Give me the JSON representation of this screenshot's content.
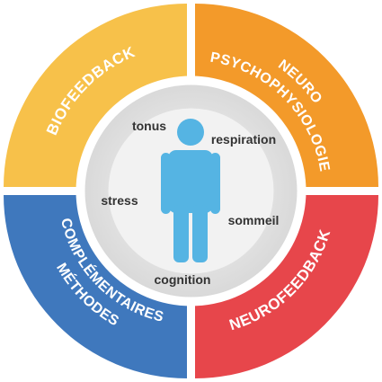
{
  "colors": {
    "biofeedback": "#f7c14a",
    "neuropsychophysiologie": "#f39a2a",
    "methodes": "#3f78bd",
    "neurofeedback": "#e7464b",
    "inner_ring": "#dcdcdc",
    "inner_fill": "#ececec",
    "person": "#55b4e3"
  },
  "quadrants": {
    "biofeedback": {
      "line1": "BIOFEEDBACK"
    },
    "neuropsychophysiologie": {
      "line1": "NEURO",
      "line2": "PSYCHOPHYSIOLOGIE"
    },
    "methodes": {
      "line1": "MÉTHODES",
      "line2": "COMPLÉMENTAIRES"
    },
    "neurofeedback": {
      "line1": "NEUROFEEDBACK"
    }
  },
  "center": {
    "icon": "person-icon",
    "labels": {
      "tonus": "tonus",
      "respiration": "respiration",
      "stress": "stress",
      "sommeil": "sommeil",
      "cognition": "cognition"
    }
  }
}
